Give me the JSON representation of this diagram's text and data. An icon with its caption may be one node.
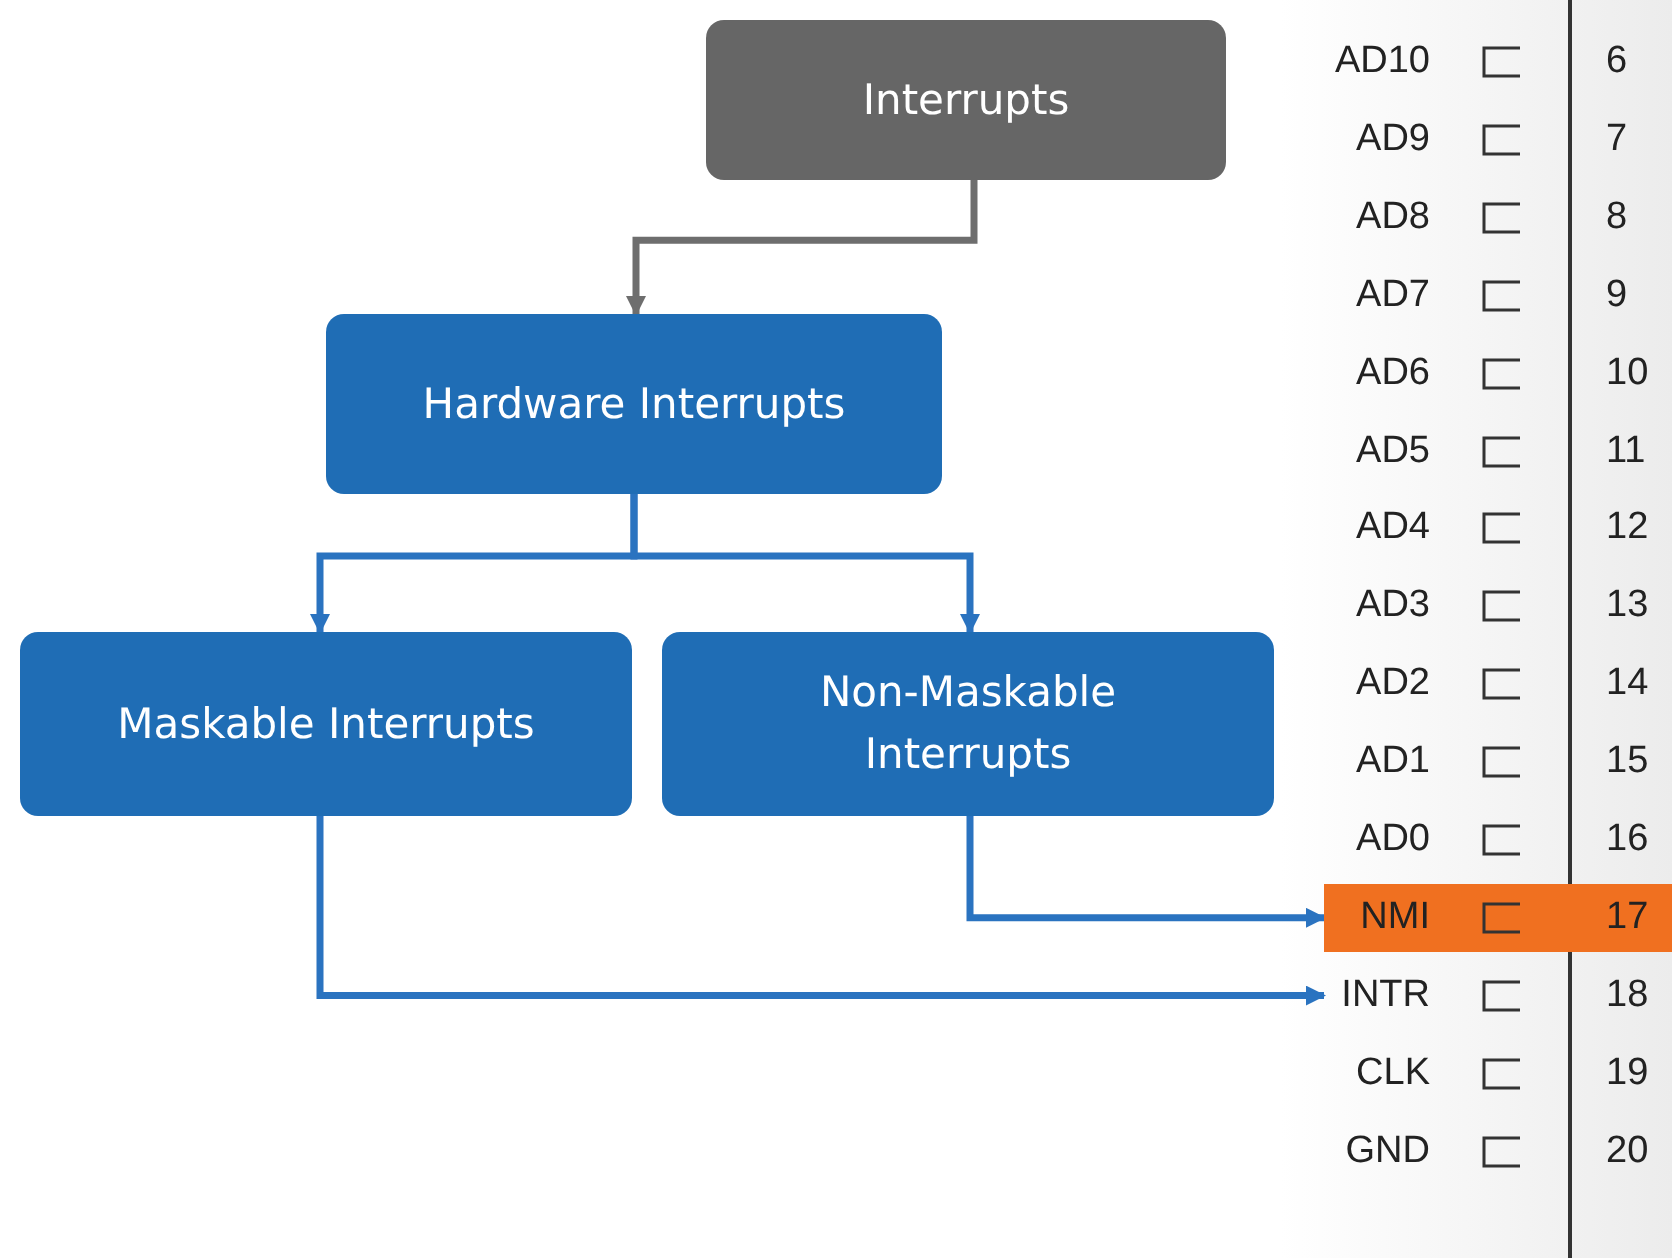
{
  "diagram": {
    "nodes": [
      {
        "text": [
          "Interrupts"
        ]
      },
      {
        "text": [
          "Hardware Interrupts"
        ]
      },
      {
        "text": [
          "Maskable Interrupts"
        ]
      },
      {
        "text": [
          "Non-Maskable Interrupts"
        ]
      },
      {
        "text": [
          "NMI"
        ]
      },
      {
        "text": [
          "INTR"
        ]
      }
    ],
    "edges": [
      {
        "from": 0,
        "to": 1,
        "arrow": "to",
        "color": "#6e6e6e"
      },
      {
        "from": 1,
        "to": 2,
        "arrow": "to"
      },
      {
        "from": 1,
        "to": 3,
        "arrow": "to"
      },
      {
        "from": 3,
        "to": 4,
        "arrow": "to"
      },
      {
        "from": 2,
        "to": 5,
        "arrow": "to"
      }
    ],
    "labels": [
      "AD10",
      "6",
      "AD9",
      "7",
      "AD8",
      "8",
      "AD7",
      "9",
      "AD6",
      "10",
      "AD5",
      "11",
      "AD4",
      "12",
      "AD3",
      "13",
      "AD2",
      "14",
      "AD1",
      "15",
      "AD0",
      "16",
      "17",
      "18",
      "CLK",
      "19",
      "GND",
      "20"
    ]
  }
}
